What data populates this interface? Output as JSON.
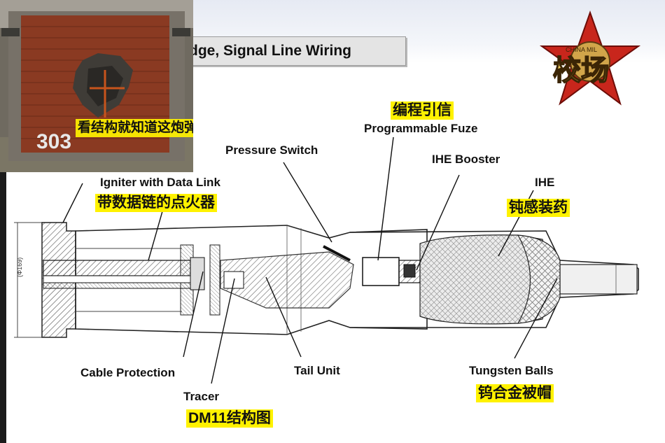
{
  "slide": {
    "title": "dge, Signal Line Wiring"
  },
  "photo": {
    "caption_cn": "看结构就知道这炮弹也能破障",
    "wall_number": "303"
  },
  "logo": {
    "text_cn": "校场",
    "ring_text": "CHINA MIL"
  },
  "labels": {
    "programmable_fuze_cn": "编程引信",
    "programmable_fuze": "Programmable Fuze",
    "pressure_switch": "Pressure Switch",
    "ihe_booster": "IHE Booster",
    "ihe": "IHE",
    "ihe_cn": "钝感装药",
    "igniter": "Igniter with Data Link",
    "igniter_cn": "带数据链的点火器",
    "cable_protection": "Cable Protection",
    "tail_unit": "Tail Unit",
    "tracer": "Tracer",
    "dm11_cn": "DM11结构图",
    "tungsten_balls": "Tungsten Balls",
    "tungsten_cn": "钨合金被帽",
    "dimension": "(Φ169)"
  },
  "colors": {
    "highlight": "#fff200",
    "brick": "#8a3a22",
    "star_red": "#c8261c",
    "title_box": "#e4e4e4"
  }
}
